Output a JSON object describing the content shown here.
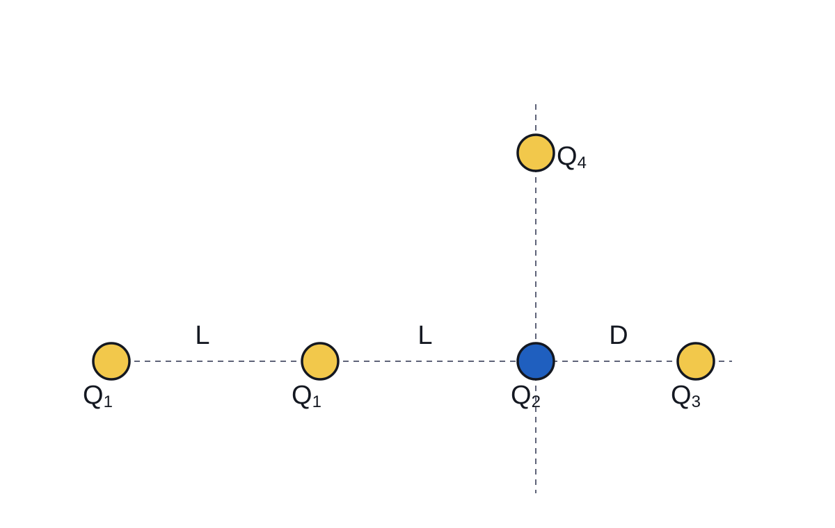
{
  "colors": {
    "yellow_charge": "#f2c84b",
    "blue_charge": "#1f5fbf",
    "outline": "#141821",
    "axis_line": "#5e6378"
  },
  "charges": [
    {
      "id": "q1-left",
      "name": "Q",
      "sub": "1",
      "color": "yellow"
    },
    {
      "id": "q1-mid",
      "name": "Q",
      "sub": "1",
      "color": "yellow"
    },
    {
      "id": "q2",
      "name": "Q",
      "sub": "2",
      "color": "blue"
    },
    {
      "id": "q3",
      "name": "Q",
      "sub": "3",
      "color": "yellow"
    },
    {
      "id": "q4",
      "name": "Q",
      "sub": "4",
      "color": "yellow"
    }
  ],
  "distances": {
    "first": "L",
    "second": "L",
    "third": "D"
  }
}
